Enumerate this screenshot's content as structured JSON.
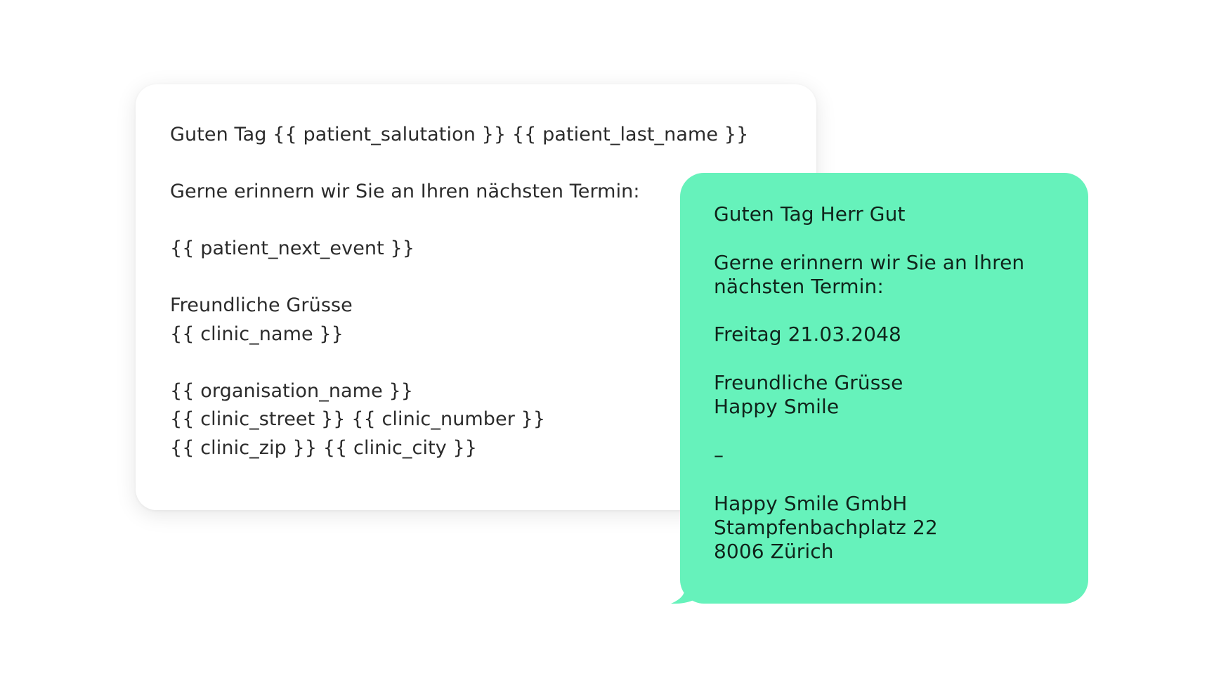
{
  "template": {
    "salutation_line": "Guten Tag {{ patient_salutation }} {{ patient_last_name }}",
    "reminder_line": "Gerne erinnern wir Sie an Ihren nächsten Termin:",
    "event_line": "{{ patient_next_event }}",
    "closing_line": "Freundliche Grüsse",
    "clinic_name_line": "{{ clinic_name }}",
    "organisation_line": "{{ organisation_name }}",
    "street_line": "{{ clinic_street }} {{ clinic_number }}",
    "city_line": "{{ clinic_zip }} {{ clinic_city }}"
  },
  "preview": {
    "salutation_line": "Guten Tag Herr Gut",
    "reminder_line_1": "Gerne erinnern wir Sie an Ihren",
    "reminder_line_2": "nächsten Termin:",
    "event_line": "Freitag 21.03.2048",
    "closing_line": "Freundliche Grüsse",
    "clinic_name_line": "Happy Smile",
    "separator": "–",
    "organisation_line": "Happy Smile GmbH",
    "street_line": "Stampfenbachplatz 22",
    "city_line": "8006 Zürich"
  },
  "colors": {
    "bubble": "#66f2bb",
    "card": "#ffffff",
    "template_text": "#2b2b2b",
    "preview_text": "#10241b"
  }
}
